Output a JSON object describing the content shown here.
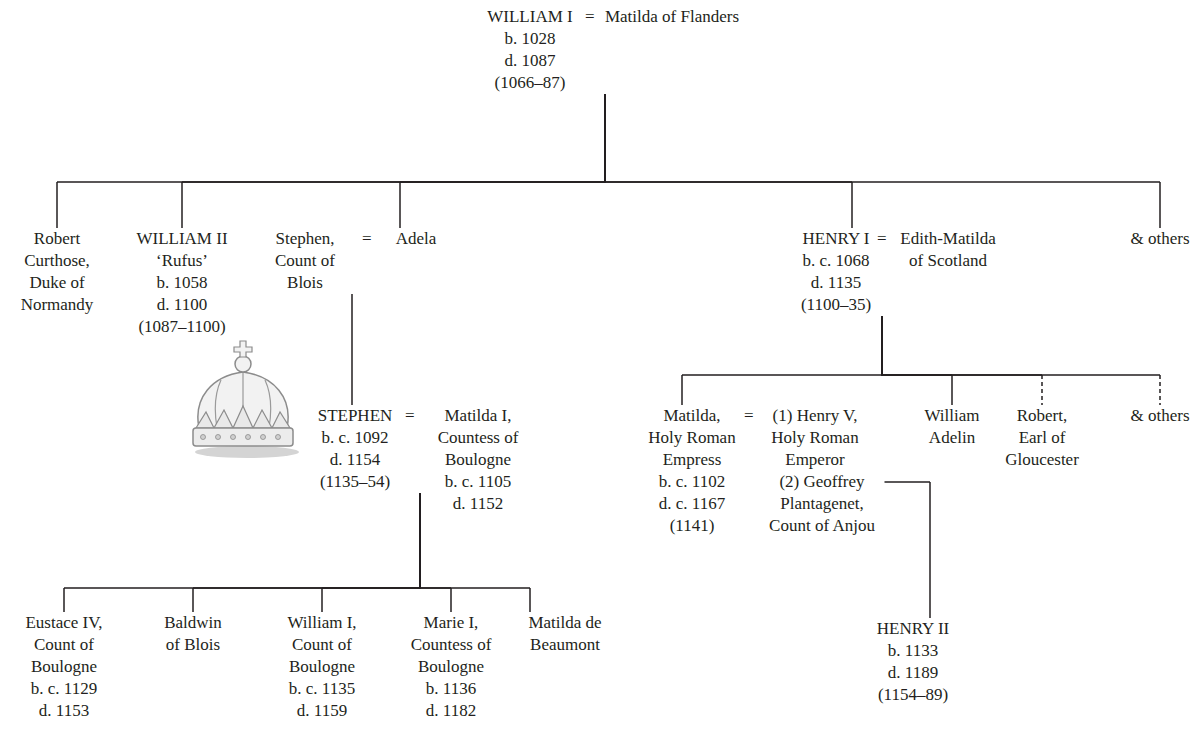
{
  "diagram": {
    "nodes": [
      {
        "text": [
          "WILLIAM I",
          "b. 1028",
          "d. 1087",
          "(1066–87)"
        ]
      },
      {
        "text": [
          "Matilda of Flanders"
        ]
      },
      {
        "text": [
          "Robert Curthose, Duke of Normandy"
        ]
      },
      {
        "text": [
          "WILLIAM II",
          "‘Rufus’",
          "b. 1058",
          "d. 1100",
          "(1087–1100)"
        ]
      },
      {
        "text": [
          "Stephen, Count of Blois"
        ]
      },
      {
        "text": [
          "Adela"
        ]
      },
      {
        "text": [
          "HENRY I",
          "b. c. 1068",
          "d. 1135",
          "(1100–35)"
        ]
      },
      {
        "text": [
          "Edith-Matilda of Scotland"
        ]
      },
      {
        "text": [
          "& others"
        ]
      },
      {
        "text": [
          "STEPHEN",
          "b. c. 1092",
          "d. 1154",
          "(1135–54)"
        ]
      },
      {
        "text": [
          "Matilda I, Countess of Boulogne",
          "b. c. 1105",
          "d. 1152"
        ]
      },
      {
        "text": [
          "Matilda, Holy Roman Empress",
          "b. c. 1102",
          "d. c. 1167",
          "(1141)"
        ]
      },
      {
        "text": [
          "(1) Henry V, Holy Roman Emperor"
        ]
      },
      {
        "text": [
          "(2) Geoffrey Plantagenet, Count of Anjou"
        ]
      },
      {
        "text": [
          "William Adelin"
        ]
      },
      {
        "text": [
          "Robert, Earl of Gloucester"
        ]
      },
      {
        "text": [
          "& others"
        ]
      },
      {
        "text": [
          "Eustace IV, Count of Boulogne",
          "b. c. 1129",
          "d. 1153"
        ]
      },
      {
        "text": [
          "Baldwin of Blois"
        ]
      },
      {
        "text": [
          "William I, Count of Boulogne",
          "b. c. 1135",
          "d. 1159"
        ]
      },
      {
        "text": [
          "Marie I, Countess of Boulogne",
          "b. 1136",
          "d. 1182"
        ]
      },
      {
        "text": [
          "Matilda de Beaumont"
        ]
      },
      {
        "text": [
          "HENRY II",
          "b. 1133",
          "d. 1189",
          "(1154–89)"
        ]
      }
    ],
    "edges": [
      {
        "from": 0,
        "to": 2,
        "arrow": "none"
      },
      {
        "from": 0,
        "to": 3,
        "arrow": "none"
      },
      {
        "from": 0,
        "to": 5,
        "arrow": "none"
      },
      {
        "from": 0,
        "to": 6,
        "arrow": "none"
      },
      {
        "from": 0,
        "to": 8,
        "arrow": "none"
      },
      {
        "from": 4,
        "to": 9,
        "arrow": "none"
      },
      {
        "from": 6,
        "to": 11,
        "arrow": "none"
      },
      {
        "from": 6,
        "to": 14,
        "arrow": "none"
      },
      {
        "from": 6,
        "to": 15,
        "arrow": "none"
      },
      {
        "from": 6,
        "to": 16,
        "arrow": "none"
      },
      {
        "from": 9,
        "to": 17,
        "arrow": "none"
      },
      {
        "from": 9,
        "to": 18,
        "arrow": "none"
      },
      {
        "from": 9,
        "to": 19,
        "arrow": "none"
      },
      {
        "from": 9,
        "to": 20,
        "arrow": "none"
      },
      {
        "from": 9,
        "to": 21,
        "arrow": "none"
      },
      {
        "from": 13,
        "to": 22,
        "arrow": "none"
      }
    ],
    "labels": [
      "=",
      "=",
      "=",
      "=",
      "="
    ]
  }
}
